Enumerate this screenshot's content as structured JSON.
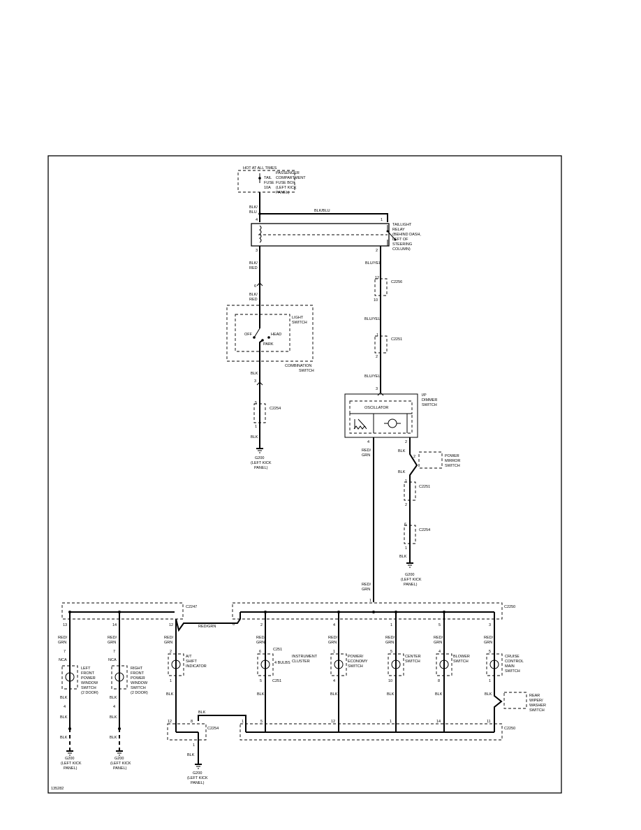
{
  "figure_id": "135282",
  "fuse": {
    "header": "HOT AT ALL TIMES",
    "name": [
      "TAIL",
      "FUSE",
      "10A"
    ],
    "location": [
      "PASSENGER",
      "COMPARTMENT",
      "FUSE BOX",
      "(LEFT KICK",
      "PANEL)"
    ]
  },
  "taillight_relay": {
    "label": [
      "TAILLIGHT",
      "RELAY",
      "(BEHIND DASH,",
      "LEFT OF",
      "STEERING",
      "COLUMN)"
    ],
    "pins": {
      "p4": "4",
      "p1": "1",
      "p3": "3",
      "p2": "2"
    }
  },
  "wires": {
    "blk_blu": [
      "BLK/",
      "BLU"
    ],
    "blk_blu_top": "BLK/BLU",
    "blk_red_1": [
      "BLK/",
      "RED"
    ],
    "blk_red_2": [
      "BLK/",
      "RED"
    ],
    "blu_yel_1": "BLU/YEL",
    "blu_yel_2": "BLU/YEL",
    "blu_yel_3": "BLU/YEL",
    "blk_light_1": "BLK",
    "blk_light_2": "BLK",
    "red_grn_dimmer": [
      "RED/",
      "GRN"
    ],
    "red_grn_lower": [
      "RED/",
      "GRN"
    ],
    "blk_dimmer_1": "BLK",
    "blk_dimmer_2": "BLK",
    "blk_dimmer_3": "BLK",
    "red_grn_bus": "RED/GRN",
    "blk_bus": "BLK",
    "blk_ground": "BLK"
  },
  "light_switch": {
    "label": [
      "LIGHT",
      "SWITCH"
    ],
    "off": "OFF",
    "head": "HEAD",
    "park": "PARK",
    "group": [
      "COMBINATION",
      "SWITCH"
    ],
    "pins": {
      "p6": "6",
      "p3": "3"
    }
  },
  "connectors": {
    "c2256": "C2256",
    "c2251a": "C2251",
    "c2254a": "C2254",
    "c2251b": "C2251",
    "c2254b": "C2254",
    "c2247": "C2247",
    "c2250a": "C2250",
    "c2251c": "C251",
    "c2251d": "C251",
    "c2254c": "C2254",
    "c2250b": "C2250"
  },
  "connector_pins": {
    "c2256": [
      "12",
      "10"
    ],
    "c2251a": [
      "1",
      "2"
    ],
    "c2254a": [
      "5",
      "1"
    ],
    "c2251b": [
      "1",
      "2"
    ],
    "c2254b": [
      "6",
      "1"
    ]
  },
  "dimmer": {
    "label": [
      "I/P",
      "DIMMER",
      "SWITCH"
    ],
    "oscillator": "OSCILLATOR",
    "pins": {
      "p3": "3",
      "p4": "4",
      "p2": "2"
    }
  },
  "power_mirror": {
    "label": [
      "POWER",
      "MIRROR",
      "SWITCH"
    ],
    "pin": "2"
  },
  "grounds": {
    "g200_1": [
      "G200",
      "(LEFT KICK",
      "PANEL)"
    ],
    "g200_2": [
      "G200",
      "(LEFT KICK",
      "PANEL)"
    ],
    "g200_3": [
      "G200",
      "(LEFT KICK",
      "PANEL)"
    ],
    "g200_4": [
      "G200",
      "(LEFT KICK",
      "PANEL)"
    ],
    "g200_5": [
      "G200",
      "(LEFT KICK",
      "PANEL)"
    ]
  },
  "branches": [
    {
      "id": "left-window",
      "top_pin": "13",
      "wire": [
        "RED/",
        "GRN"
      ],
      "c_pin": "7",
      "nca": "NCA",
      "label": [
        "LEFT",
        "FRONT",
        "POWER",
        "WINDOW",
        "SWITCH",
        "(2 DOOR)"
      ],
      "bot_pin": "4",
      "blk1": "BLK",
      "blk2": "BLK",
      "blk3": "BLK"
    },
    {
      "id": "right-window",
      "top_pin": "14",
      "wire": [
        "RED/",
        "GRN"
      ],
      "c_pin": "7",
      "nca": "NCA",
      "label": [
        "RIGHT",
        "FRONT",
        "POWER",
        "WINDOW",
        "SWITCH",
        "(2 DOOR)"
      ],
      "bot_pin": "4",
      "blk1": "BLK",
      "blk2": "BLK",
      "blk3": "BLK"
    },
    {
      "id": "at-shift",
      "top_pin": "12",
      "wire": [
        "RED/",
        "GRN"
      ],
      "c_pin": "2",
      "label": [
        "A/T",
        "SHIFT",
        "INDICATOR"
      ],
      "bot_pin": "1",
      "blk1": "BLK",
      "g_pin1": "12",
      "g_pin2": "8",
      "g_pin3": "1"
    },
    {
      "id": "instrument",
      "top_pin": "2",
      "wire": [
        "RED/",
        "GRN"
      ],
      "c_pin": "6",
      "bulbs": "4 BULBS",
      "label": [
        "INSTRUMENT",
        "CLUSTER"
      ],
      "bot_pin": "5",
      "blk1": "BLK",
      "g_pin": "5"
    },
    {
      "id": "economy",
      "top_pin": "4",
      "wire": [
        "RED/",
        "GRN"
      ],
      "c_pin": "1",
      "label": [
        "POWER/",
        "ECONOMY",
        "SWITCH"
      ],
      "bot_pin": "4",
      "blk1": "BLK",
      "g_pin": "12"
    },
    {
      "id": "center",
      "top_pin": "1",
      "wire": [
        "RED/",
        "GRN"
      ],
      "c_pin": "5",
      "label": [
        "CENTER",
        "SWITCH"
      ],
      "bot_pin": "10",
      "blk1": "BLK",
      "g_pin": "1"
    },
    {
      "id": "blower",
      "top_pin": "5",
      "wire": [
        "RED/",
        "GRN"
      ],
      "c_pin": "4",
      "label": [
        "BLOWER",
        "SWITCH"
      ],
      "bot_pin": "8",
      "blk1": "BLK",
      "g_pin": "14"
    },
    {
      "id": "cruise",
      "top_pin": "3",
      "wire": [
        "RED/",
        "GRN"
      ],
      "c_pin": "5",
      "label": [
        "CRUISE",
        "CONTROL",
        "MAIN",
        "SWITCH"
      ],
      "bot_pin": "1",
      "blk1": "BLK",
      "g_pin": "11"
    }
  ],
  "rear_wiper": {
    "label": [
      "REAR",
      "WIPER/",
      "WASHER",
      "SWITCH"
    ]
  },
  "bus_pins": {
    "c2247_left": "6",
    "c2250_top": "1",
    "c2250_bot_left": "1",
    "c2254_bot": "8"
  }
}
